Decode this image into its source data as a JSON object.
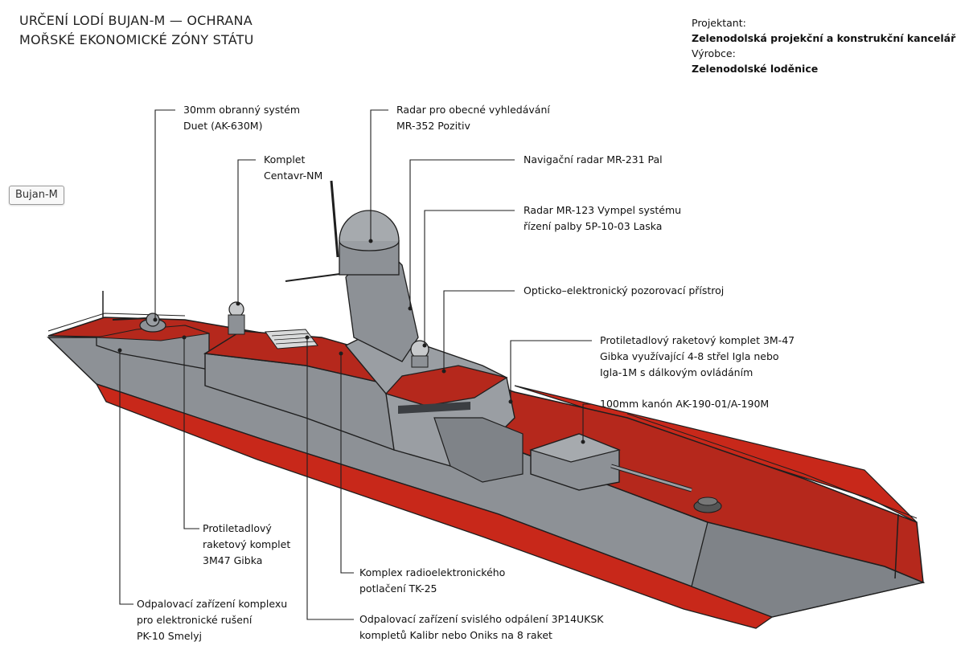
{
  "title": {
    "line1": "URČENÍ LODÍ BUJAN-M — OCHRANA",
    "line2": "MOŘSKÉ EKONOMICKÉ ZÓNY STÁTU"
  },
  "meta": {
    "designer_label": "Projektant:",
    "designer": "Zelenodolská projekční a konstrukční kancelář",
    "maker_label": "Výrobce:",
    "maker": "Zelenodolské loděnice"
  },
  "tag": "Bujan-M",
  "callouts": [
    {
      "id": "duet",
      "lines": [
        "30mm obranný systém",
        "Duet (AK-630M)"
      ]
    },
    {
      "id": "centavr",
      "lines": [
        "Komplet",
        "Centavr-NM"
      ]
    },
    {
      "id": "pozitiv",
      "lines": [
        "Radar pro obecné vyhledávání",
        "MR-352 Pozitiv"
      ]
    },
    {
      "id": "pal",
      "lines": [
        "Navigační radar MR-231 Pal"
      ]
    },
    {
      "id": "vympel",
      "lines": [
        "Radar MR-123 Vympel systému",
        "řízení palby 5P-10-03 Laska"
      ]
    },
    {
      "id": "optic",
      "lines": [
        "Opticko–elektronický pozorovací přístroj"
      ]
    },
    {
      "id": "gibka3m47",
      "lines": [
        "Protiletadlový raketový komplet 3M-47",
        "Gibka využívající 4-8 střel Igla nebo",
        "Igla-1M s dálkovým ovládáním"
      ]
    },
    {
      "id": "cannon",
      "lines": [
        "100mm kanón AK-190-01/A-190M"
      ]
    },
    {
      "id": "gibka",
      "lines": [
        "Protiletadlový",
        "raketový komplet",
        "3M47 Gibka"
      ]
    },
    {
      "id": "tk25",
      "lines": [
        "Komplex radioelektronického",
        "potlačení TK-25"
      ]
    },
    {
      "id": "pk10",
      "lines": [
        "Odpalovací zařízení komplexu",
        "pro elektronické rušení",
        "PK-10 Smelyj"
      ]
    },
    {
      "id": "kalibr",
      "lines": [
        "Odpalovací zařízení svislého odpálení 3P14UKSK",
        "kompletů Kalibr nebo Oniks na 8 raket"
      ]
    }
  ],
  "colors": {
    "hull_grey": "#8d9196",
    "hull_dark": "#6f7378",
    "deck_red": "#b5281c",
    "boot_red": "#c8281a",
    "outline": "#1e1e1e"
  }
}
